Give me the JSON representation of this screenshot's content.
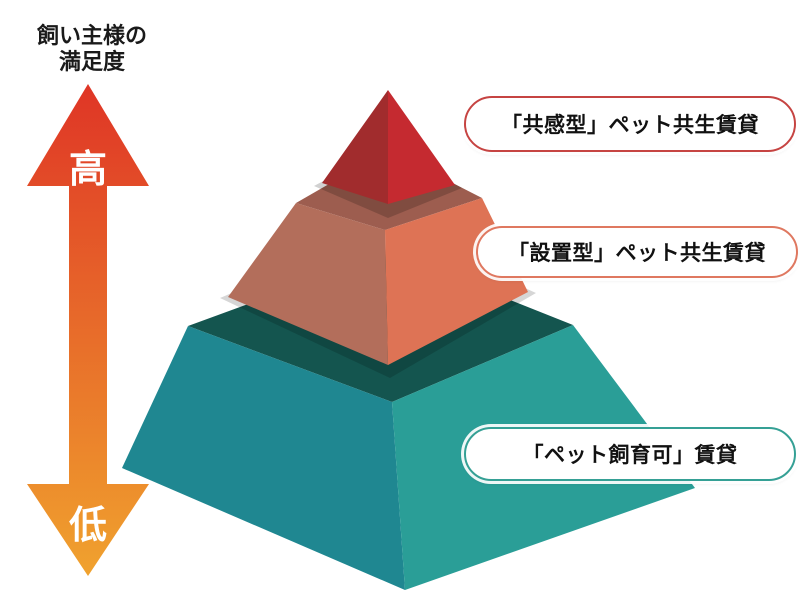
{
  "axis": {
    "title_line1": "飼い主様の",
    "title_line2": "満足度",
    "high_label": "高",
    "low_label": "低",
    "gradient_top": "#df3526",
    "gradient_bottom": "#f0a22e"
  },
  "pyramid": {
    "tiers": [
      {
        "id": "top",
        "label": "「共感型」ペット共生賃貸",
        "pill_border": "#c64442",
        "face_left": "#a12c2d",
        "face_right": "#c52a30"
      },
      {
        "id": "middle",
        "label": "「設置型」ペット共生賃貸",
        "pill_border": "#df7860",
        "face_left": "#b36e5b",
        "face_right": "#de7355",
        "face_top": "#9d5d4f"
      },
      {
        "id": "bottom",
        "label": "「ペット飼育可」賃貸",
        "pill_border": "#35a095",
        "face_left": "#1f8791",
        "face_right": "#2a9e97",
        "face_top": "#14554f"
      }
    ]
  }
}
